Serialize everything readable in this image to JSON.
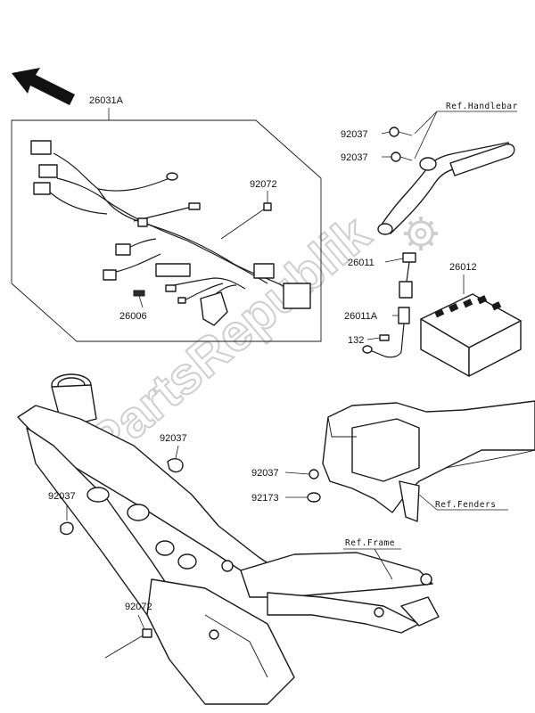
{
  "labels": {
    "harness": "26031A",
    "tie_inset": "92072",
    "connector": "26006",
    "clamp_top_1": "92037",
    "clamp_top_2": "92037",
    "battery_cable": "26011",
    "battery": "26012",
    "battery_cable_a": "26011A",
    "bolt": "132",
    "clamp_frame_upper": "92037",
    "clamp_frame_left": "92037",
    "clamp_fender": "92037",
    "clamp_fender_lower": "92173",
    "tie_frame": "92072"
  },
  "refs": {
    "handlebar": "Ref.Handlebar",
    "fenders": "Ref.Fenders",
    "frame": "Ref.Frame"
  },
  "watermark": "PartsRepublik",
  "icons": {
    "direction": "arrow-front-icon",
    "gear": "gear-icon"
  }
}
